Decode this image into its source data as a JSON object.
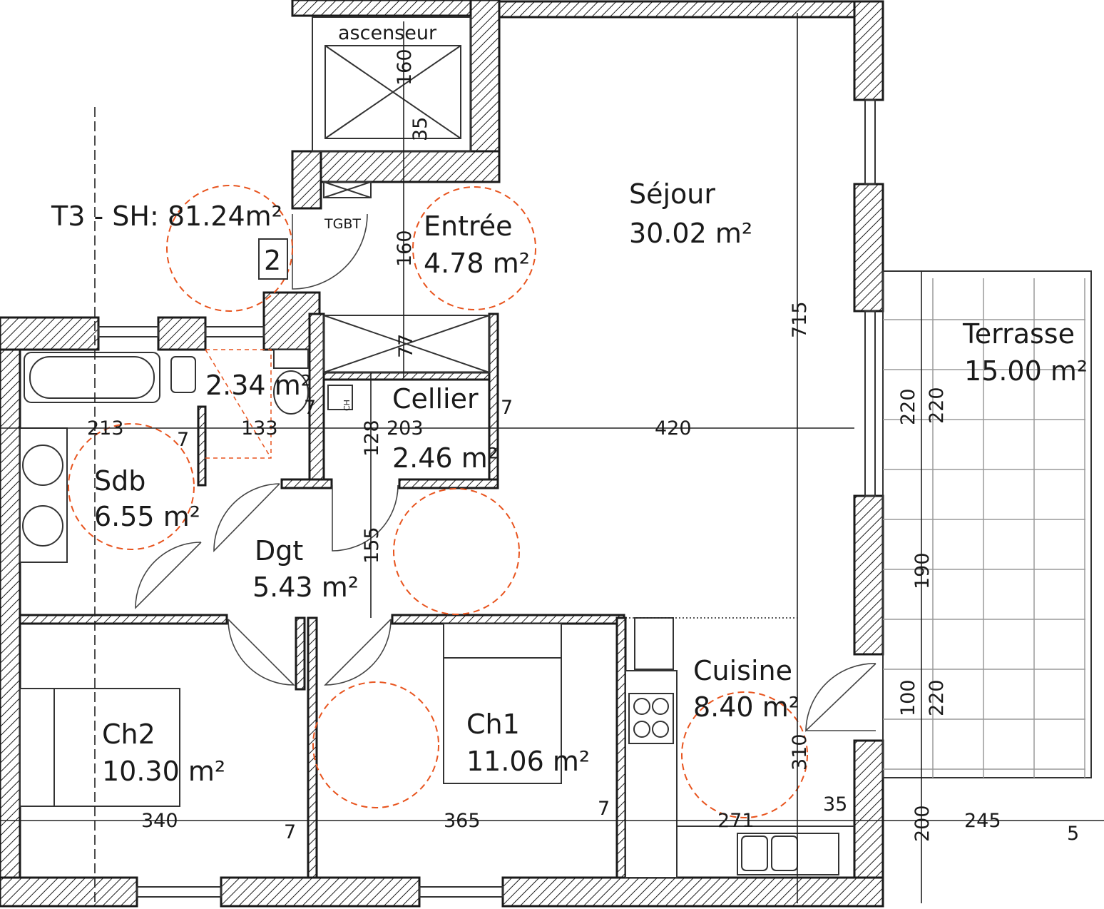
{
  "plan": {
    "title": "T3 - SH: 81.24m²",
    "level_badge": "2",
    "labels": {
      "elevator": "ascenseur",
      "panel": "TGBT",
      "water_heater": "CH"
    },
    "rooms": {
      "sejour": {
        "name": "Séjour",
        "area": "30.02 m²"
      },
      "entree": {
        "name": "Entrée",
        "area": "4.78 m²"
      },
      "wc": {
        "area": "2.34 m²"
      },
      "cellier": {
        "name": "Cellier",
        "area": "2.46 m²"
      },
      "sdb": {
        "name": "Sdb",
        "area": "6.55 m²"
      },
      "dgt": {
        "name": "Dgt",
        "area": "5.43 m²"
      },
      "terrasse": {
        "name": "Terrasse",
        "area": "15.00 m²"
      },
      "cuisine": {
        "name": "Cuisine",
        "area": "8.40 m²"
      },
      "ch1": {
        "name": "Ch1",
        "area": "11.06 m²"
      },
      "ch2": {
        "name": "Ch2",
        "area": "10.30 m²"
      }
    },
    "dimensions": {
      "d160_elev": "160",
      "d35_elev": "35",
      "d160_entree": "160",
      "d77": "77",
      "d715": "715",
      "d213": "213",
      "d7_a": "7",
      "d133": "133",
      "d7_b": "7",
      "d128": "128",
      "d203": "203",
      "d7_c": "7",
      "d420": "420",
      "d155": "155",
      "d220_a": "220",
      "d220_b": "220",
      "d190": "190",
      "d100": "100",
      "d220_c": "220",
      "d310": "310",
      "d340": "340",
      "d7_d": "7",
      "d365": "365",
      "d7_e": "7",
      "d271": "271",
      "d35_k": "35",
      "d200": "200",
      "d245": "245",
      "d5": "5"
    }
  }
}
